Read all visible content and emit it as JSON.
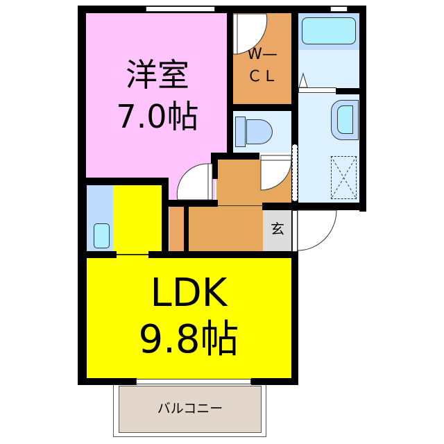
{
  "floorplan": {
    "colors": {
      "western_room": "#ffc4fc",
      "ldk": "#ffff00",
      "closet": "#eba766",
      "hall": "#e6a85c",
      "water_area": "#dcf0fe",
      "fixture_light": "#aff0fc",
      "fixture_mid": "#bedcfc",
      "genkan": "#dcdcdc",
      "balcony": "#e3d7cc",
      "wall": "#000000"
    },
    "rooms": {
      "western": {
        "name": "洋室",
        "size": "7.0帖"
      },
      "ldk": {
        "name": "LDK",
        "size": "9.8帖"
      },
      "wcl": {
        "line1": "W—",
        "line2": "ＣＬ"
      },
      "genkan": {
        "name": "玄"
      },
      "balcony": {
        "name": "バルコニー"
      }
    }
  }
}
